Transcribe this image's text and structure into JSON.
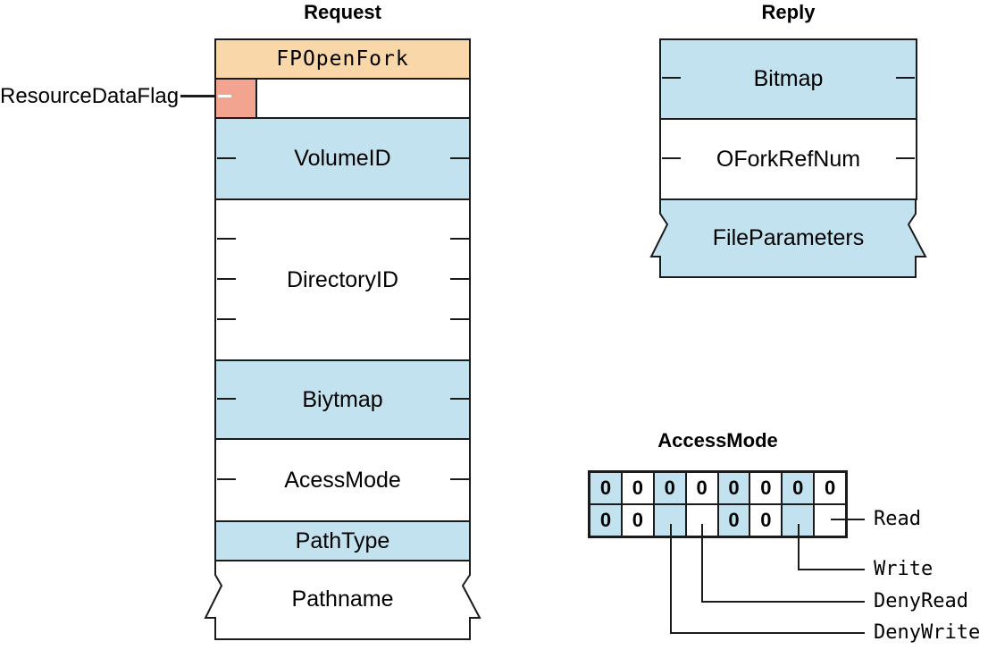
{
  "request": {
    "title": "Request",
    "command": "FPOpenFork",
    "flag_label": "ResourceDataFlag",
    "fields": [
      {
        "label": "VolumeID"
      },
      {
        "label": "DirectoryID"
      },
      {
        "label": "Biytmap"
      },
      {
        "label": "AcessMode"
      },
      {
        "label": "PathType"
      },
      {
        "label": "Pathname"
      }
    ]
  },
  "reply": {
    "title": "Reply",
    "fields": [
      {
        "label": "Bitmap"
      },
      {
        "label": "OForkRefNum"
      },
      {
        "label": "FileParameters"
      }
    ]
  },
  "access_mode": {
    "title": "AccessMode",
    "bit_rows": [
      [
        "0",
        "0",
        "0",
        "0",
        "0",
        "0",
        "0",
        "0"
      ],
      [
        "0",
        "0",
        "",
        "",
        "0",
        "0",
        "",
        ""
      ]
    ],
    "bit_labels": [
      "Read",
      "Write",
      "DenyRead",
      "DenyWrite"
    ]
  },
  "colors": {
    "command_fill": "#FAD7A8",
    "flag_fill": "#F3A491",
    "field_fill": "#C2E2EF",
    "line": "#1B1B1B"
  }
}
